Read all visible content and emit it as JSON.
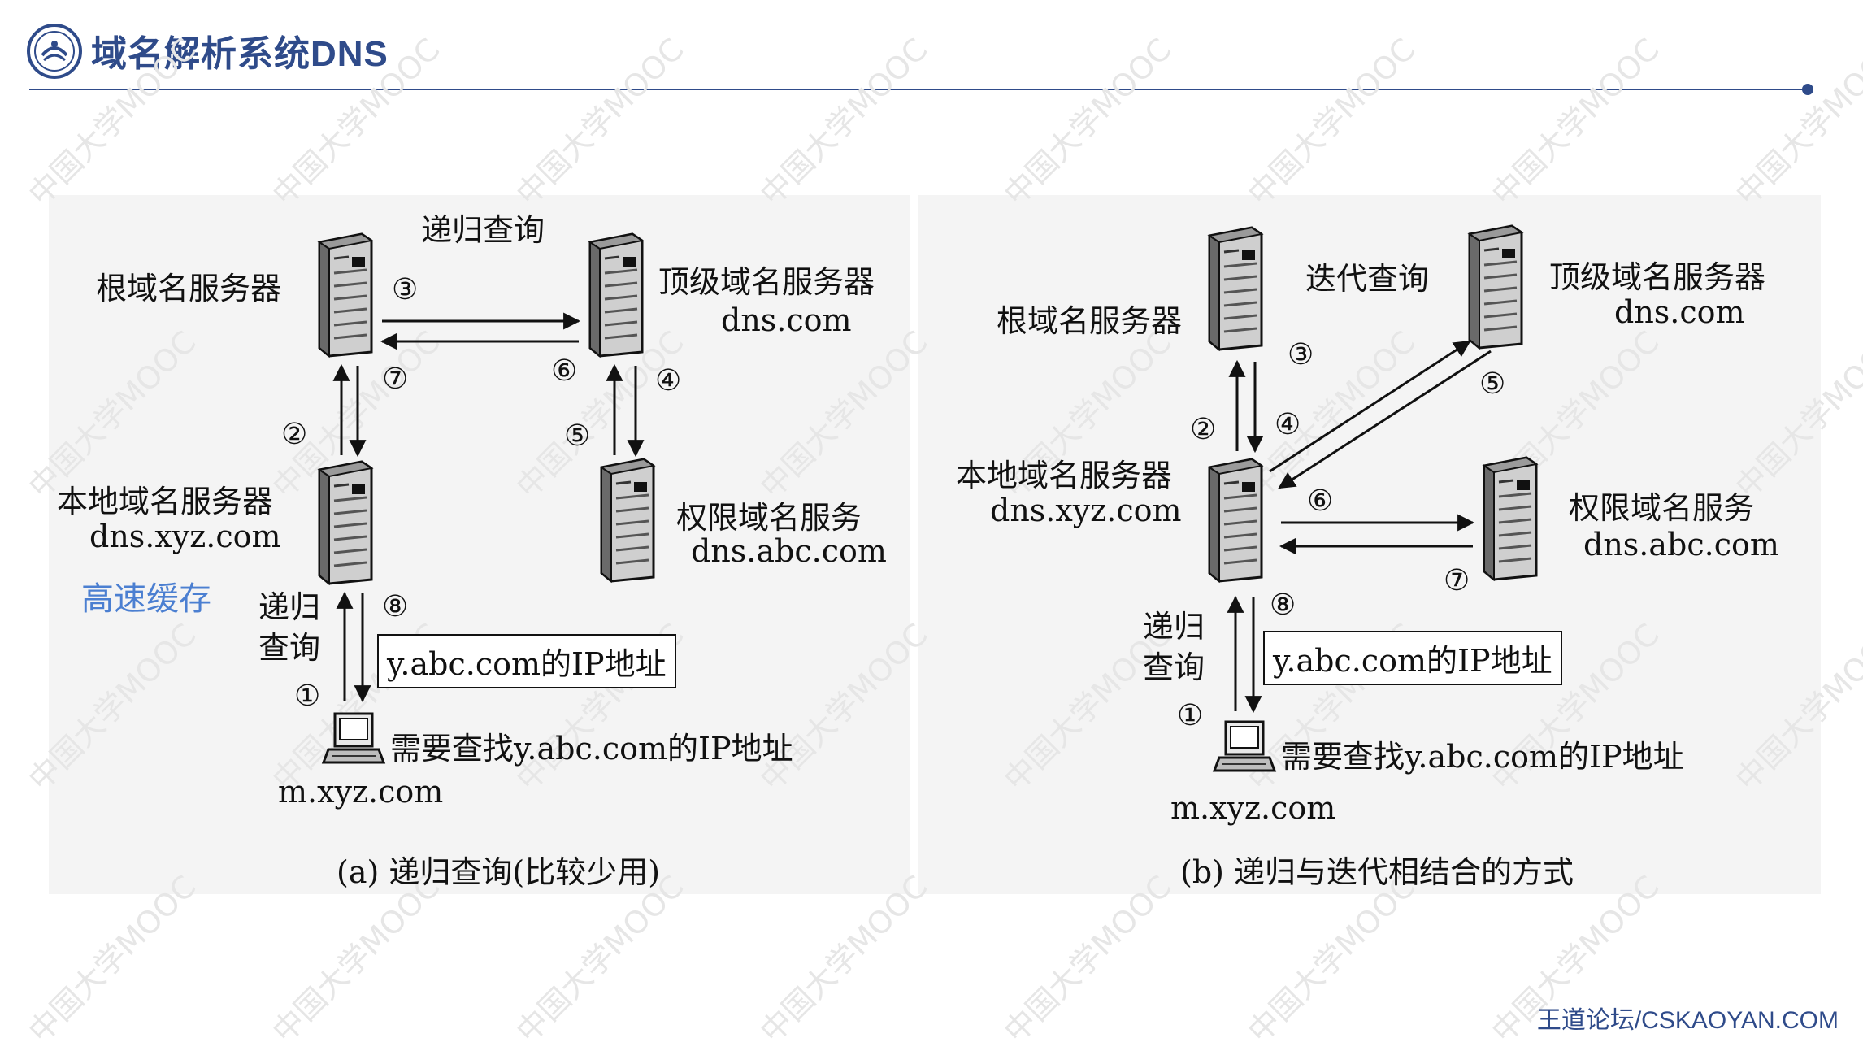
{
  "header": {
    "title": "域名解析系统DNS"
  },
  "footer": {
    "text": "王道论坛/CSKAOYAN.COM"
  },
  "panel_a": {
    "root_server": "根域名服务器",
    "recursive_query_top": "递归查询",
    "tld_server_name": "顶级域名服务器",
    "tld_server_domain": "dns.com",
    "local_server_name": "本地域名服务器",
    "local_server_domain": "dns.xyz.com",
    "cache_label": "高速缓存",
    "auth_server_name": "权限域名服务",
    "auth_server_domain": "dns.abc.com",
    "recursive_query_left_1": "递归",
    "recursive_query_left_2": "查询",
    "answer_box": "y.abc.com的IP地址",
    "client_need": "需要查找y.abc.com的IP地址",
    "client_host": "m.xyz.com",
    "steps": [
      "①",
      "②",
      "③",
      "④",
      "⑤",
      "⑥",
      "⑦",
      "⑧"
    ],
    "caption": "(a) 递归查询(比较少用)"
  },
  "panel_b": {
    "iterative_query": "迭代查询",
    "root_server": "根域名服务器",
    "tld_server_name": "顶级域名服务器",
    "tld_server_domain": "dns.com",
    "local_server_name": "本地域名服务器",
    "local_server_domain": "dns.xyz.com",
    "auth_server_name": "权限域名服务",
    "auth_server_domain": "dns.abc.com",
    "recursive_query_left_1": "递归",
    "recursive_query_left_2": "查询",
    "answer_box": "y.abc.com的IP地址",
    "client_need": "需要查找y.abc.com的IP地址",
    "client_host": "m.xyz.com",
    "steps": [
      "①",
      "②",
      "③",
      "④",
      "⑤",
      "⑥",
      "⑦",
      "⑧"
    ],
    "caption": "(b) 递归与迭代相结合的方式"
  },
  "watermark": {
    "text": "中国大学MOOC"
  },
  "colors": {
    "accent": "#2f4b8a",
    "cache": "#4b7fd1",
    "panel": "#f4f4f4"
  },
  "icons": {
    "server": "server-tower-icon",
    "client": "desktop-computer-icon",
    "logo": "university-emblem-icon"
  }
}
